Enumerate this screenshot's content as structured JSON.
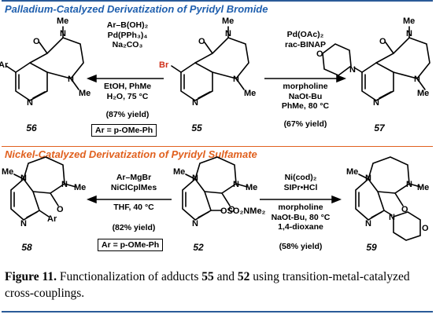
{
  "sections": {
    "pd_title": "Palladium-Catalyzed Derivatization of Pyridyl Bromide",
    "ni_title": "Nickel-Catalyzed Derivatization of Pyridyl Sulfamate"
  },
  "reaction_1": {
    "lines": [
      "Ar–B(OH)₂",
      "Pd(PPh₃)₄",
      "Na₂CO₃",
      "EtOH, PhMe",
      "H₂O, 75 °C"
    ],
    "yield": "(87% yield)",
    "ar_def": "Ar = p-OMe-Ph"
  },
  "reaction_2": {
    "lines": [
      "Pd(OAc)₂",
      "rac-BINAP",
      "morpholine",
      "NaOt-Bu",
      "PhMe, 80 °C"
    ],
    "yield": "(67% yield)"
  },
  "reaction_3": {
    "lines": [
      "Ar–MgBr",
      "NiClCplMes",
      "THF, 40 °C"
    ],
    "yield": "(82% yield)",
    "ar_def": "Ar = p-OMe-Ph"
  },
  "reaction_4": {
    "lines": [
      "Ni(cod)₂",
      "SIPr•HCl",
      "morpholine",
      "NaOt-Bu, 80 °C",
      "1,4-dioxane"
    ],
    "yield": "(58% yield)"
  },
  "compounds": {
    "c56": "56",
    "c55": "55",
    "c57": "57",
    "c58": "58",
    "c52": "52",
    "c59": "59"
  },
  "atoms": {
    "me": "Me",
    "n": "N",
    "o": "O",
    "br": "Br",
    "ar": "Ar",
    "oso2": "OSO₂NMe₂"
  },
  "caption": {
    "label": "Figure 11.",
    "text_a": " Functionalization of adducts ",
    "ref1": "55",
    "text_b": " and ",
    "ref2": "52",
    "text_c": " using transition-metal-catalyzed cross-couplings."
  },
  "colors": {
    "accent_blue": "#2a5a98",
    "title_blue": "#1f5fae",
    "title_orange": "#e0601e"
  }
}
